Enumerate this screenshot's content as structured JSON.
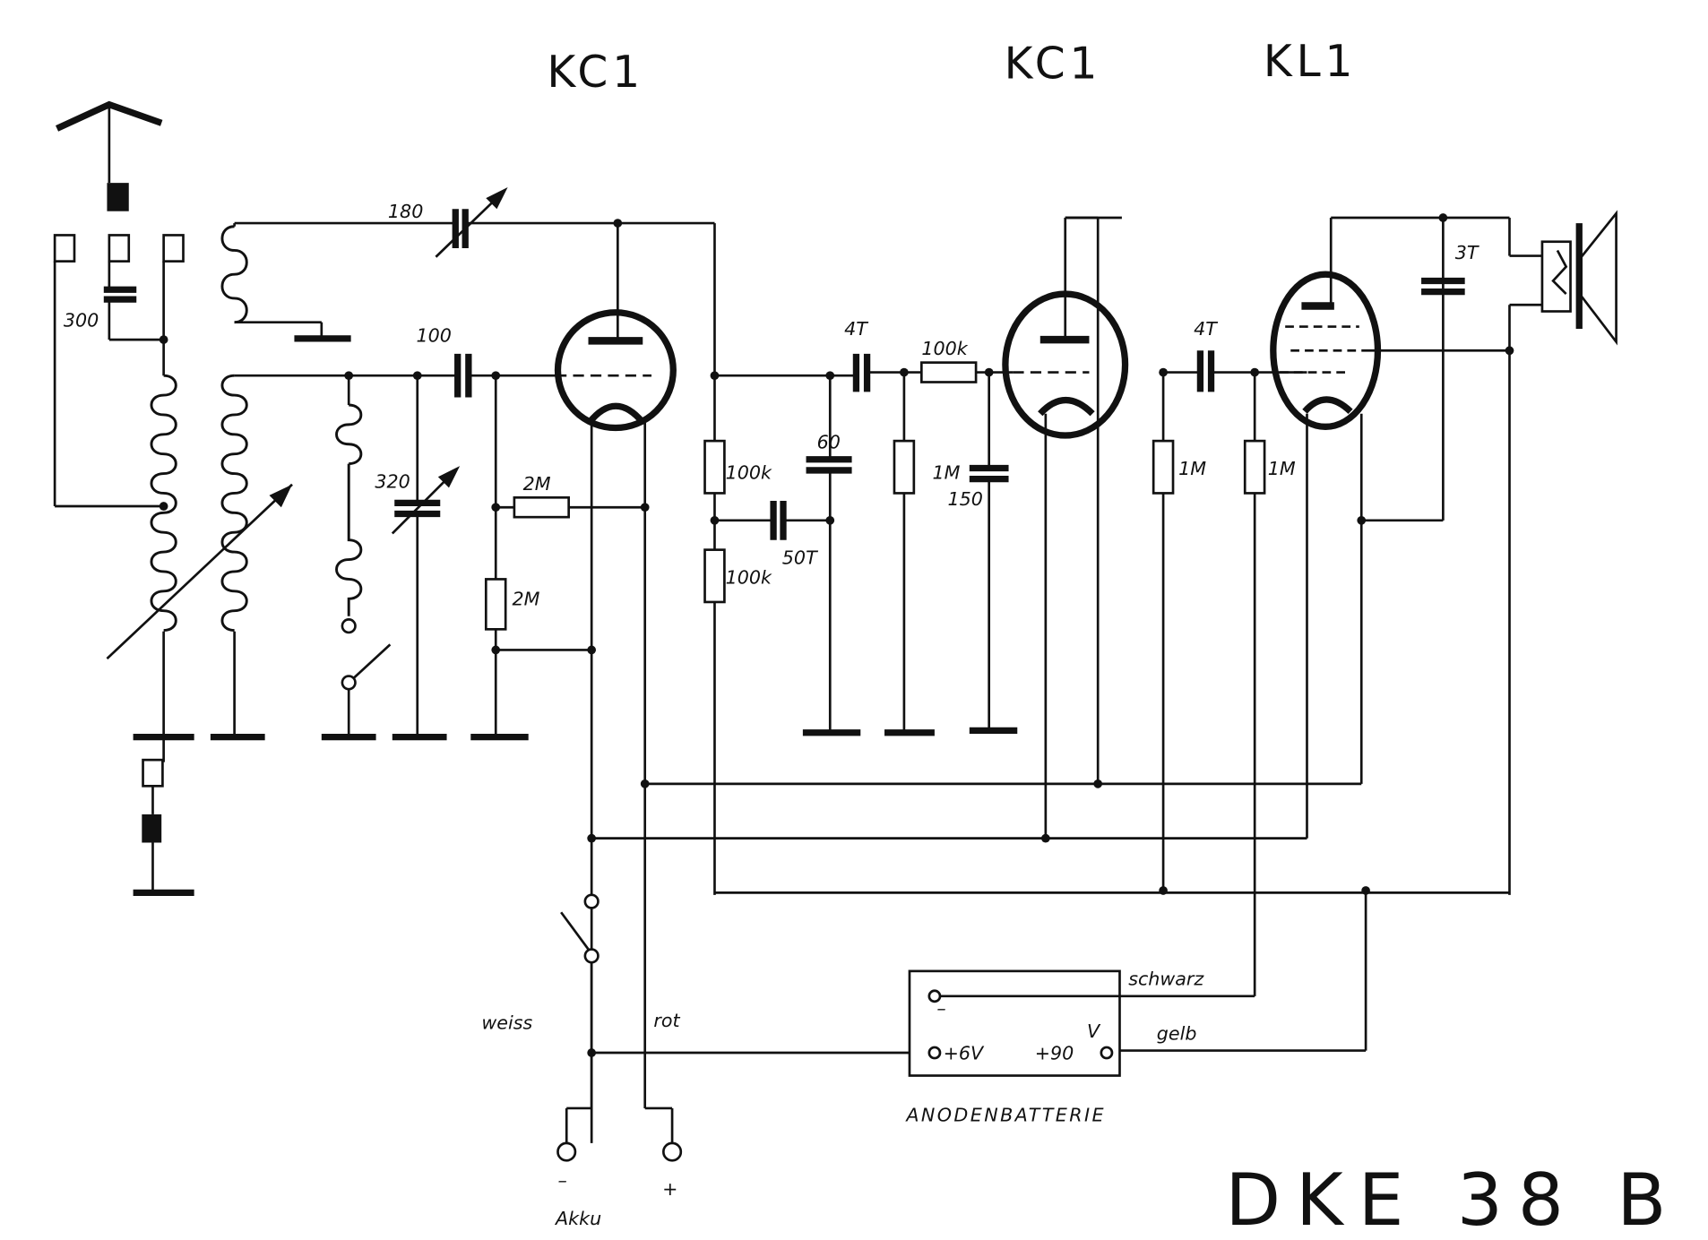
{
  "diagram": {
    "title": "DKE 38 B",
    "tubes": [
      {
        "id": "v1",
        "label": "KC1"
      },
      {
        "id": "v2",
        "label": "KC1"
      },
      {
        "id": "v3",
        "label": "KL1"
      }
    ],
    "component_labels": {
      "c_ant": "300",
      "c_react": "180",
      "c_grid": "100",
      "c_tune": "320",
      "r_grid1": "2M",
      "r_grid2": "2M",
      "r_plate1": "100k",
      "r_plate2": "100k",
      "c_60": "60",
      "c_50t": "50T",
      "c_coup1": "4T",
      "r_series": "100k",
      "r_leak2": "1M",
      "c_150": "150",
      "c_coup2": "4T",
      "r_leak3a": "1M",
      "r_leak3b": "1M",
      "c_3t": "3T"
    },
    "wire_colors": {
      "weiss": "weiss",
      "rot": "rot",
      "schwarz": "schwarz",
      "gelb": "gelb"
    },
    "battery": {
      "label": "ANODENBATTERIE",
      "minus": "–",
      "plus6": "+6V",
      "plus90": "+90",
      "v": "V"
    },
    "akku": {
      "label": "Akku",
      "minus": "–",
      "plus": "+"
    }
  }
}
